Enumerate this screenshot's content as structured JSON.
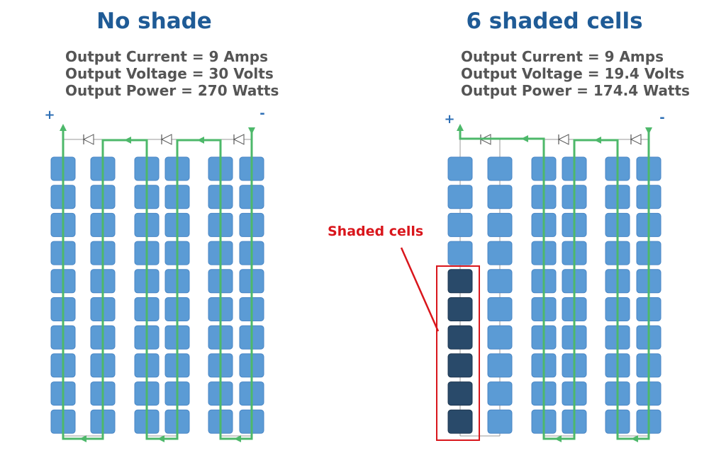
{
  "left_panel": {
    "title": "No shade",
    "stats": [
      "Output Current = 9 Amps",
      "Output Voltage = 30 Volts",
      "Output Power = 270 Watts"
    ],
    "plus_label": "+",
    "minus_label": "-"
  },
  "right_panel": {
    "title": "6 shaded cells",
    "stats": [
      "Output Current = 9 Amps",
      "Output Voltage = 19.4 Volts",
      "Output Power = 174.4 Watts"
    ],
    "plus_label": "+",
    "minus_label": "-",
    "shaded_label": "Shaded cells",
    "shaded_count": 6
  },
  "panel": {
    "columns": 6,
    "rows": 10,
    "substrings": 3,
    "bypass_diodes": 3
  },
  "colors": {
    "title": "#1f5b96",
    "stats_text": "#555555",
    "cell": "#5b9bd5",
    "cell_border": "#4a86c5",
    "shaded_cell": "#294a6a",
    "current_path": "#4db86a",
    "wire": "#999999",
    "callout": "#d9161c",
    "terminal": "#2e6fb5"
  }
}
